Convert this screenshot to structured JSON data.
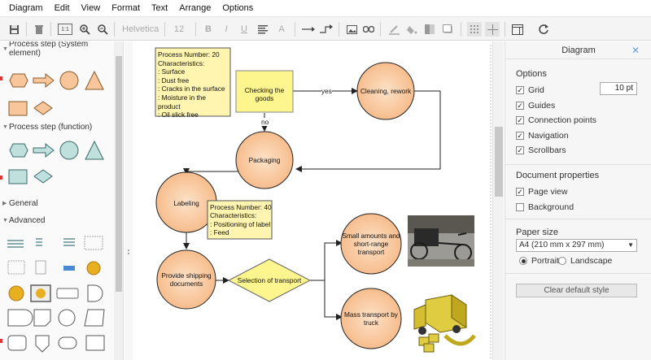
{
  "menu": [
    "Diagram",
    "Edit",
    "View",
    "Format",
    "Text",
    "Arrange",
    "Options"
  ],
  "toolbar": {
    "font_name": "Helvetica",
    "font_size": "12",
    "bold": "B",
    "italic": "I",
    "underline": "U",
    "text_a": "A",
    "fit_label": "1:1"
  },
  "sidebar": {
    "sections": [
      {
        "label": "Process step (System element)"
      },
      {
        "label": "Process step (function)"
      },
      {
        "label": "General"
      },
      {
        "label": "Advanced"
      }
    ]
  },
  "diagram": {
    "note1": [
      "Process Number: 20",
      "Characteristics:",
      ": Surface",
      ": Dust free",
      ": Cracks in the surface",
      ": Moisture in the product",
      ": Oil slick free"
    ],
    "note2": [
      "Process Number: 40",
      "Characteristics:",
      ": Positioning of label",
      ": Feed"
    ],
    "checking": "Checking the goods",
    "cleaning": "Cleaning, rework",
    "yes": "yes",
    "no": "no",
    "packaging": "Packaging",
    "labeling": "Labeling",
    "shipping": [
      "Provide shipping",
      "documents"
    ],
    "selection": "Selection of transport",
    "small": [
      "Small amounts and",
      "short-range",
      "transport"
    ],
    "mass": [
      "Mass transport by",
      "truck"
    ]
  },
  "panel": {
    "title": "Diagram",
    "options_title": "Options",
    "grid": "Grid",
    "grid_size": "10 pt",
    "guides": "Guides",
    "connection_points": "Connection points",
    "navigation": "Navigation",
    "scrollbars": "Scrollbars",
    "doc_props_title": "Document properties",
    "page_view": "Page view",
    "background": "Background",
    "paper_size_title": "Paper size",
    "paper_size_value": "A4 (210 mm x 297 mm)",
    "portrait": "Portrait",
    "landscape": "Landscape",
    "clear_style": "Clear default style"
  },
  "colors": {
    "accent": "#6aa0e6",
    "circle_fill": "#f8c69a",
    "note_fill": "#fff5b0",
    "rect_fill": "#fdf58e"
  }
}
